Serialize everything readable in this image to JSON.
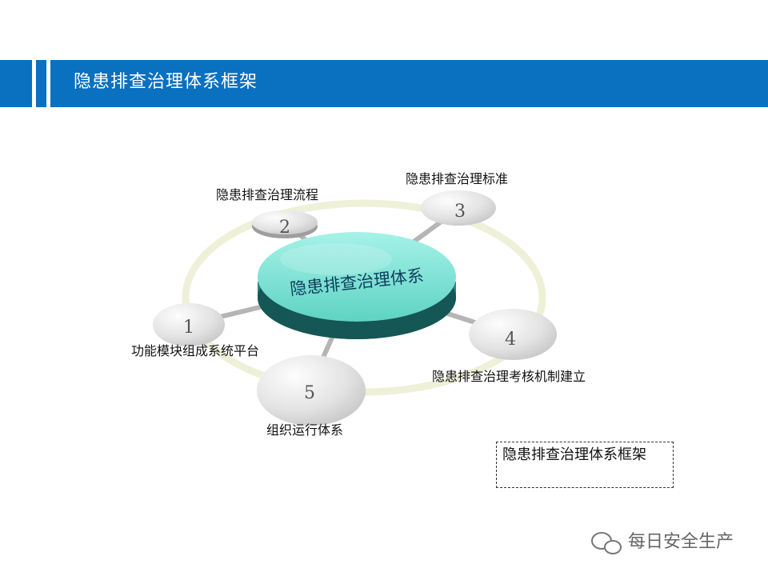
{
  "header": {
    "title": "隐患排查治理体系框架"
  },
  "diagram": {
    "center": {
      "label": "隐患排查治理体系"
    },
    "nodes": [
      {
        "number": "1",
        "label": "功能模块组成系统平台"
      },
      {
        "number": "2",
        "label": "隐患排查治理流程"
      },
      {
        "number": "3",
        "label": "隐患排查治理标准"
      },
      {
        "number": "4",
        "label": "隐患排查治理考核机制建立"
      },
      {
        "number": "5",
        "label": "组织运行体系"
      }
    ]
  },
  "note": {
    "text": "隐患排查治理体系框架"
  },
  "watermark": {
    "text": "每日安全生产"
  },
  "colors": {
    "header": "#0A70C0",
    "hub_top": "#7FE3D6",
    "hub_side": "#1B6E6A",
    "ring": "#EEF0D8"
  }
}
